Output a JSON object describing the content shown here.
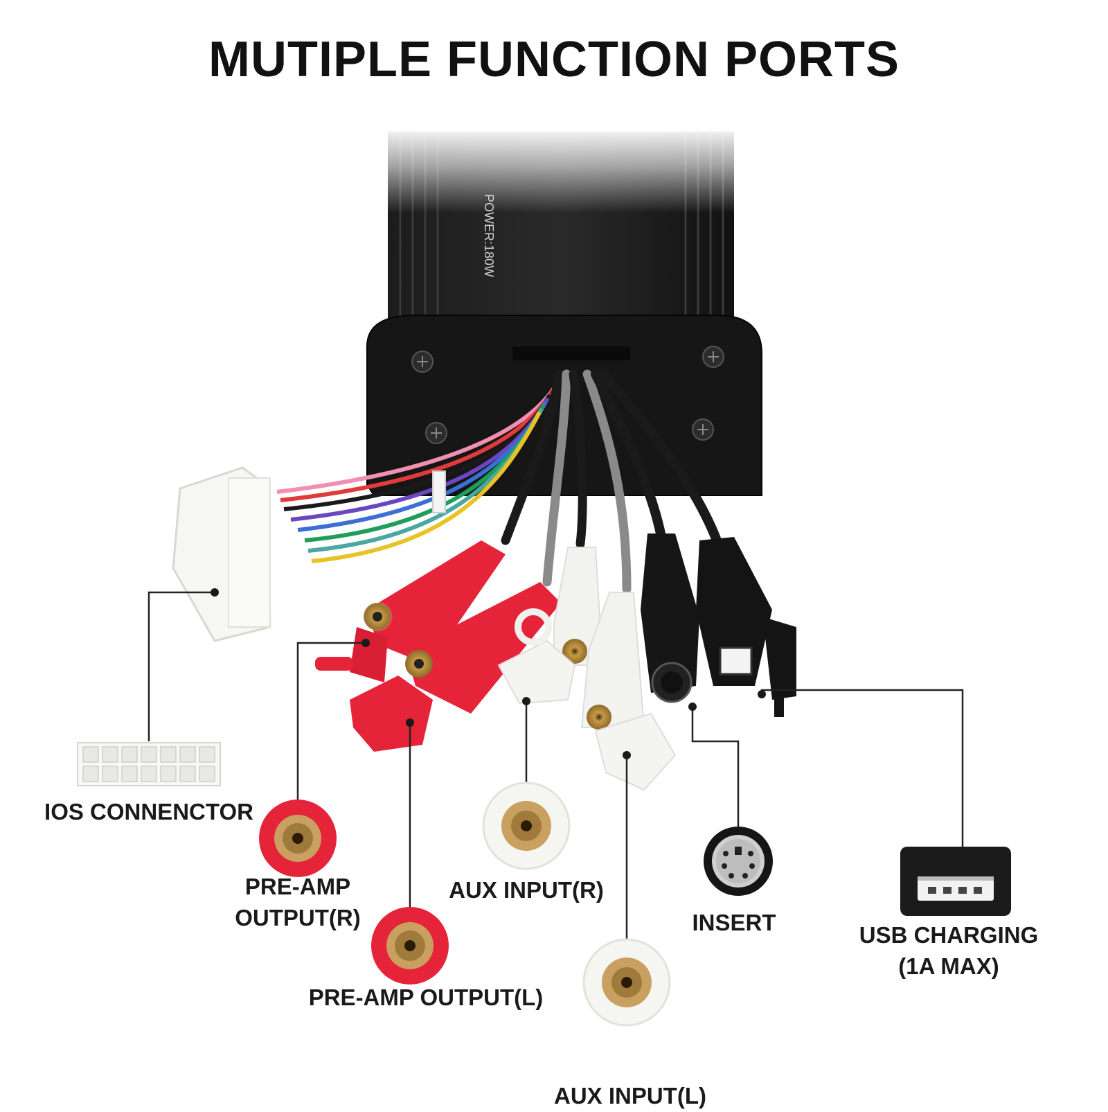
{
  "title": "MUTIPLE FUNCTION PORTS",
  "device": {
    "power_label": "POWER:180W"
  },
  "ports": [
    {
      "id": "ios",
      "label": "IOS CONNENCTOR"
    },
    {
      "id": "pre_r",
      "label_line1": "PRE-AMP",
      "label_line2": "OUTPUT(R)"
    },
    {
      "id": "aux_r",
      "label": "AUX INPUT(R)"
    },
    {
      "id": "insert",
      "label": "INSERT"
    },
    {
      "id": "usb",
      "label_line1": "USB CHARGING",
      "label_line2": "(1A MAX)"
    },
    {
      "id": "pre_l",
      "label": "PRE-AMP OUTPUT(L)"
    },
    {
      "id": "aux_l",
      "label": "AUX INPUT(L)"
    }
  ],
  "colors": {
    "body": "#151515",
    "rca_red": "#e5243a",
    "rca_white": "#f2f2ee",
    "callout_line": "#222222"
  }
}
